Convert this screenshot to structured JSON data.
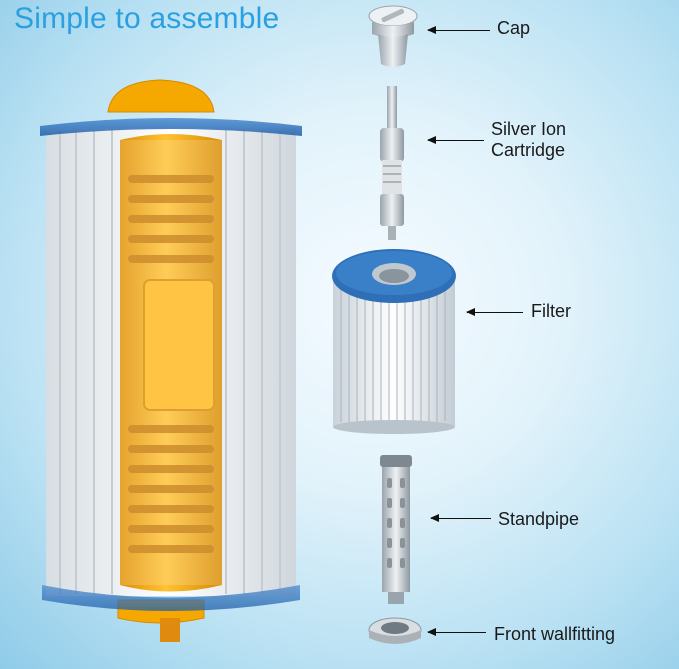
{
  "headline": "Simple to assemble",
  "parts": [
    {
      "label": "Cap"
    },
    {
      "label": "Silver Ion\nCartridge",
      "line1": "Silver Ion",
      "line2": "Cartridge"
    },
    {
      "label": "Filter"
    },
    {
      "label": "Standpipe"
    },
    {
      "label": "Front wallfitting"
    }
  ],
  "colors": {
    "headline": "#2aa0e0",
    "filter_cap": "#2f6fb8",
    "core": "#f5a800",
    "pleat": "#ffffff"
  },
  "icons": [
    "filter-cutaway-illustration",
    "cap-illustration",
    "silver-ion-cartridge-illustration",
    "filter-illustration",
    "standpipe-illustration",
    "wallfitting-illustration"
  ]
}
